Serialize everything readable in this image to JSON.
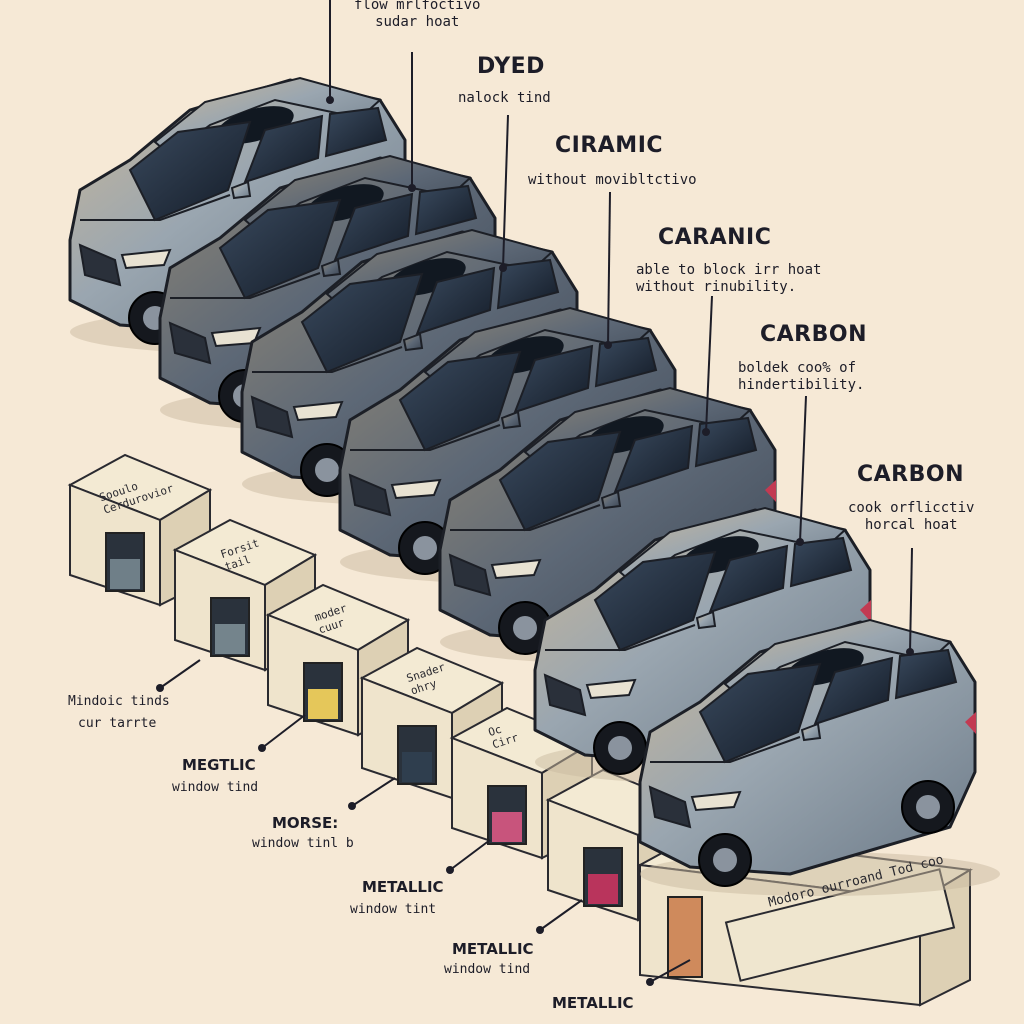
{
  "colors": {
    "background": "#f6e9d6",
    "ink": "#1d1d28",
    "car_body_light": "#9aa8b4",
    "car_body_dark": "#3c4552",
    "window_glass": "#1f2a38"
  },
  "callouts_right": [
    {
      "heading": "",
      "text": "flow mrlfoctivo\nsudar hoat"
    },
    {
      "heading": "DYED",
      "text": "nalock tind"
    },
    {
      "heading": "CIRAMIC",
      "text": "without movibltctivo"
    },
    {
      "heading": "CARANIC",
      "text": "able to block irr hoat\nwithout rinubility."
    },
    {
      "heading": "CARBON",
      "text": "boldek coo% of\nhindertibility."
    },
    {
      "heading": "CARBON",
      "text": "cook orflicctiv\nhorcal hoat"
    }
  ],
  "callouts_left": [
    {
      "heading": "Mindoic tinds",
      "text": "cur tarrte"
    },
    {
      "heading": "MEGTLIC",
      "text": "window tind"
    },
    {
      "heading": "MORSE:",
      "text": "window tinl b"
    },
    {
      "heading": "METALLIC",
      "text": "window tint"
    },
    {
      "heading": "METALLIC",
      "text": "window tind"
    },
    {
      "heading": "METALLIC",
      "text": ""
    }
  ],
  "boxes": [
    {
      "label": "Sooulo\nCerdurovior",
      "swatch": "#6f7f88"
    },
    {
      "label": "Forsit\ntail",
      "swatch": "#74848c"
    },
    {
      "label": "moder\ncuur",
      "swatch": "#e5c75a"
    },
    {
      "label": "Snader\nohry",
      "swatch": "#2f3e4e"
    },
    {
      "label": "Oc\nCirr",
      "swatch": "#c8547c"
    },
    {
      "label": "",
      "swatch": "#b9345c"
    },
    {
      "label": "Modoro ourroand Tod coo",
      "swatch": "#cf8a5c"
    }
  ]
}
